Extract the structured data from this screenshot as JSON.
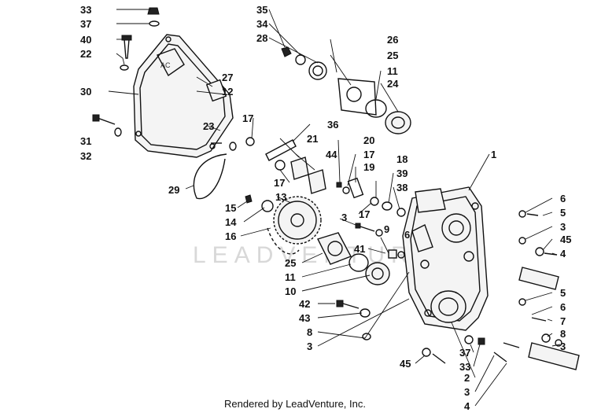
{
  "watermark": "LEADVENTURE",
  "footer": "Rendered by LeadVenture, Inc.",
  "callouts": [
    {
      "id": "l33a",
      "text": "33"
    },
    {
      "id": "l37a",
      "text": "37"
    },
    {
      "id": "l40",
      "text": "40"
    },
    {
      "id": "l22",
      "text": "22"
    },
    {
      "id": "l30",
      "text": "30"
    },
    {
      "id": "l31",
      "text": "31"
    },
    {
      "id": "l32",
      "text": "32"
    },
    {
      "id": "l27",
      "text": "27"
    },
    {
      "id": "l12",
      "text": "12"
    },
    {
      "id": "l23",
      "text": "23"
    },
    {
      "id": "l29",
      "text": "29"
    },
    {
      "id": "l35",
      "text": "35"
    },
    {
      "id": "l34",
      "text": "34"
    },
    {
      "id": "l28",
      "text": "28"
    },
    {
      "id": "l26",
      "text": "26"
    },
    {
      "id": "l25a",
      "text": "25"
    },
    {
      "id": "l11a",
      "text": "11"
    },
    {
      "id": "l24",
      "text": "24"
    },
    {
      "id": "l17a",
      "text": "17"
    },
    {
      "id": "l36",
      "text": "36"
    },
    {
      "id": "l21",
      "text": "21"
    },
    {
      "id": "l44",
      "text": "44"
    },
    {
      "id": "l17b",
      "text": "17"
    },
    {
      "id": "l20",
      "text": "20"
    },
    {
      "id": "l17c",
      "text": "17"
    },
    {
      "id": "l19",
      "text": "19"
    },
    {
      "id": "l18",
      "text": "18"
    },
    {
      "id": "l39",
      "text": "39"
    },
    {
      "id": "l38",
      "text": "38"
    },
    {
      "id": "l17d",
      "text": "17"
    },
    {
      "id": "l1",
      "text": "1"
    },
    {
      "id": "l15",
      "text": "15"
    },
    {
      "id": "l13",
      "text": "13"
    },
    {
      "id": "l14",
      "text": "14"
    },
    {
      "id": "l16",
      "text": "16"
    },
    {
      "id": "l3a",
      "text": "3"
    },
    {
      "id": "l9",
      "text": "9"
    },
    {
      "id": "l6a",
      "text": "6"
    },
    {
      "id": "l41",
      "text": "41"
    },
    {
      "id": "l25b",
      "text": "25"
    },
    {
      "id": "l11b",
      "text": "11"
    },
    {
      "id": "l10",
      "text": "10"
    },
    {
      "id": "l42",
      "text": "42"
    },
    {
      "id": "l43",
      "text": "43"
    },
    {
      "id": "l8a",
      "text": "8"
    },
    {
      "id": "l3b",
      "text": "3"
    },
    {
      "id": "l6b",
      "text": "6"
    },
    {
      "id": "l5a",
      "text": "5"
    },
    {
      "id": "l3c",
      "text": "3"
    },
    {
      "id": "l45a",
      "text": "45"
    },
    {
      "id": "l4a",
      "text": "4"
    },
    {
      "id": "l5b",
      "text": "5"
    },
    {
      "id": "l6c",
      "text": "6"
    },
    {
      "id": "l7",
      "text": "7"
    },
    {
      "id": "l8b",
      "text": "8"
    },
    {
      "id": "l3d",
      "text": "3"
    },
    {
      "id": "l37b",
      "text": "37"
    },
    {
      "id": "l33b",
      "text": "33"
    },
    {
      "id": "l45b",
      "text": "45"
    },
    {
      "id": "l2",
      "text": "2"
    },
    {
      "id": "l3e",
      "text": "3"
    },
    {
      "id": "l4b",
      "text": "4"
    }
  ]
}
